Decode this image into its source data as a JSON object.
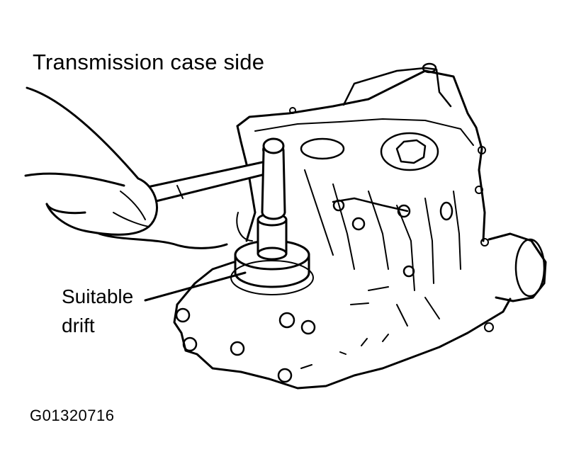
{
  "title": "Transmission case side",
  "callout": {
    "line1": "Suitable",
    "line2": "drift"
  },
  "figure_id": "G01320716",
  "colors": {
    "ink": "#000000",
    "background": "#ffffff"
  }
}
